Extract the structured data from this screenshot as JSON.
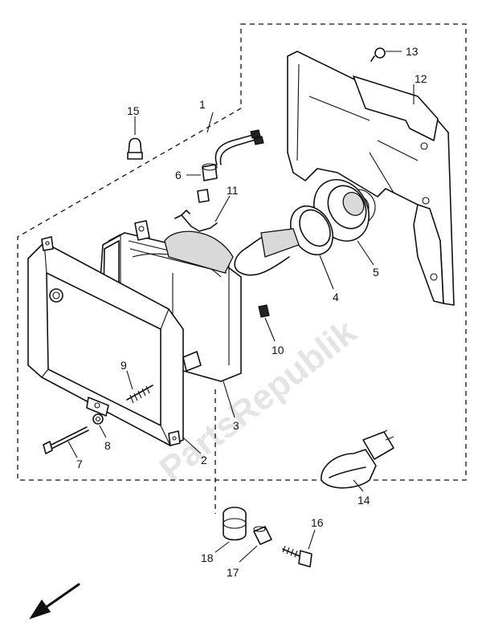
{
  "diagram": {
    "watermark_text": "PartsRepublik",
    "labels": {
      "p1": "1",
      "p2": "2",
      "p3": "3",
      "p4": "4",
      "p5": "5",
      "p6": "6",
      "p7": "7",
      "p8": "8",
      "p9": "9",
      "p10": "10",
      "p11": "11",
      "p12": "12",
      "p13": "13",
      "p14": "14",
      "p15": "15",
      "p16": "16",
      "p17": "17",
      "p18": "18"
    }
  }
}
